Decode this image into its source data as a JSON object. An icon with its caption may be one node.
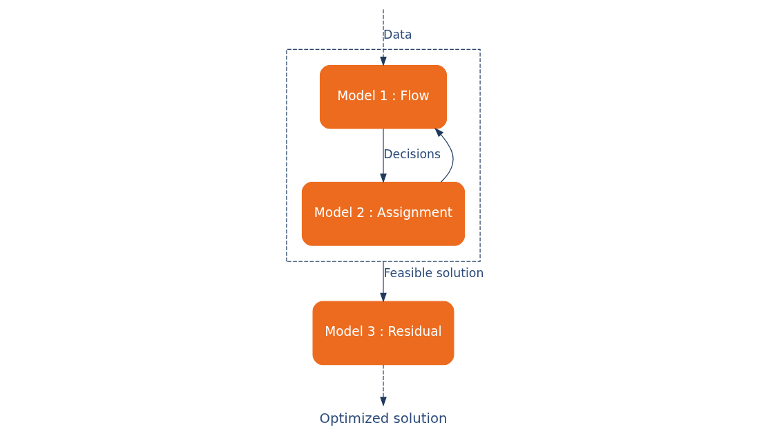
{
  "diagram": {
    "nodes": [
      {
        "text": [],
        "shape": "box"
      },
      {
        "text": [
          "Model 1 : Flow"
        ],
        "in": 0
      },
      {
        "text": [
          "Model 2 : Assignment"
        ],
        "in": 0
      },
      {
        "text": [
          "Model 3 : Residual"
        ]
      },
      {
        "text": [
          "Optimized solution"
        ]
      }
    ],
    "edges": [
      {
        "from": null,
        "to": 1,
        "arrow": "to",
        "label": "Data",
        "style": "dashed"
      },
      {
        "from": 1,
        "to": 2,
        "arrow": "to",
        "label": "Decisions"
      },
      {
        "from": 2,
        "to": 1,
        "arrow": "to"
      },
      {
        "from": 0,
        "to": 3,
        "arrow": "to",
        "label": "Feasible solution"
      },
      {
        "from": 3,
        "to": 4,
        "arrow": "to",
        "style": "dashed"
      }
    ]
  }
}
